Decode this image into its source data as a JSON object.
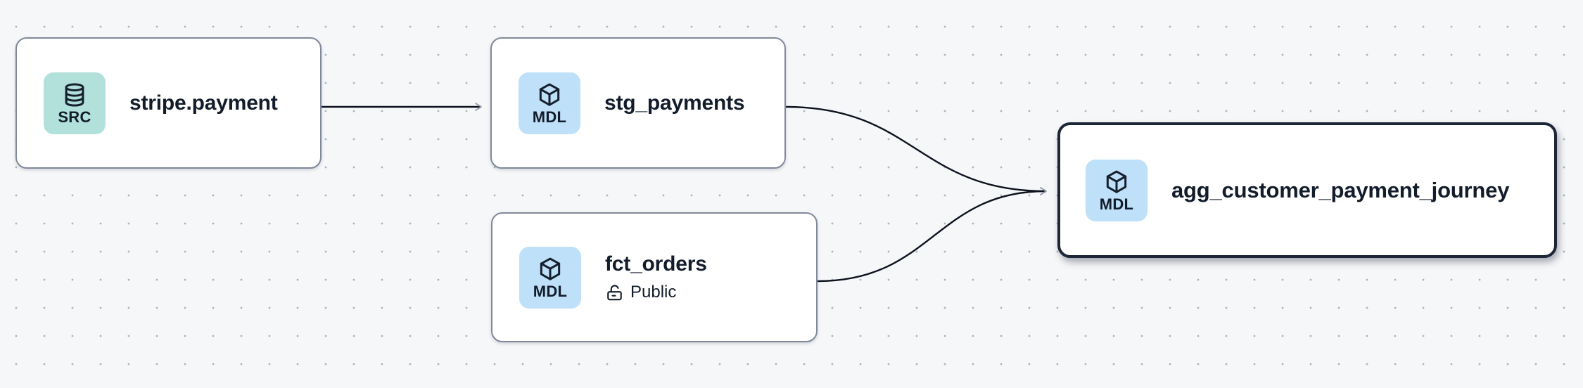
{
  "colors": {
    "canvas_bg": "#f6f7f9",
    "dot": "#aeb4bf",
    "node_bg": "#ffffff",
    "node_border": "#818999",
    "selected_border": "#1c2636",
    "text": "#131c2b",
    "edge": "#0d131e",
    "arrowhead": "#98a0ad",
    "src_badge_bg": "#b2e1dc",
    "mdl_badge_bg": "#bee0f8"
  },
  "nodes": [
    {
      "title": "stripe.payment",
      "badge_label": "SRC",
      "badge_icon": "database-icon",
      "type": "source",
      "selected": false
    },
    {
      "title": "stg_payments",
      "badge_label": "MDL",
      "badge_icon": "cube-icon",
      "type": "model",
      "selected": false
    },
    {
      "title": "fct_orders",
      "badge_label": "MDL",
      "badge_icon": "cube-icon",
      "type": "model",
      "access_icon": "unlock-icon",
      "access_label": "Public",
      "selected": false
    },
    {
      "title": "agg_customer_payment_journey",
      "badge_label": "MDL",
      "badge_icon": "cube-icon",
      "type": "model",
      "selected": true
    }
  ],
  "edges": [
    {
      "from": "stripe.payment",
      "to": "stg_payments"
    },
    {
      "from": "stg_payments",
      "to": "agg_customer_payment_journey"
    },
    {
      "from": "fct_orders",
      "to": "agg_customer_payment_journey"
    }
  ]
}
